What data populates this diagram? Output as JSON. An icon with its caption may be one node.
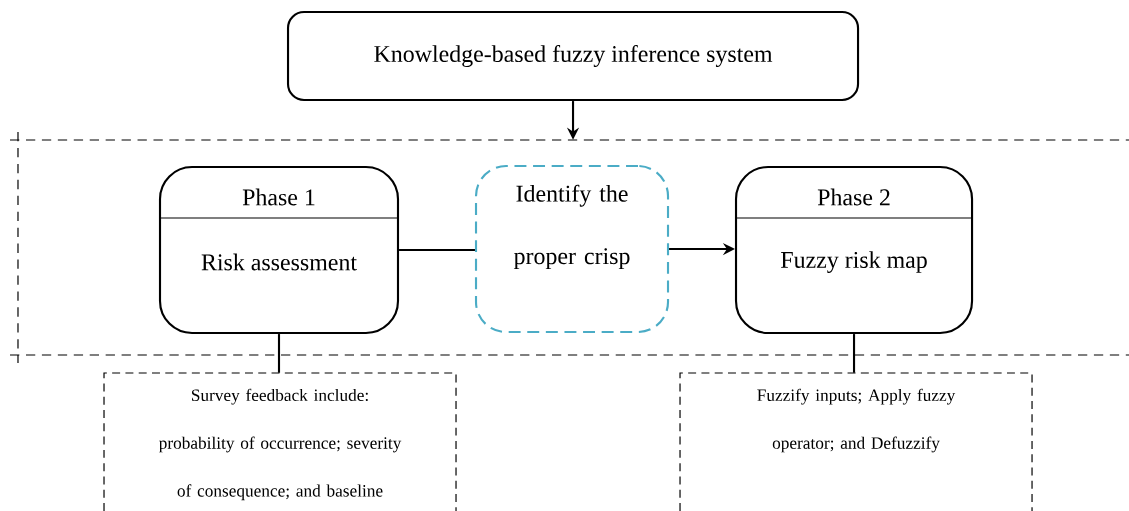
{
  "diagram": {
    "nodes": [
      {
        "text": [
          "Knowledge-based fuzzy inference system"
        ]
      },
      {
        "text": [],
        "shape": "box"
      },
      {
        "text": [
          "Phase 1",
          "Risk assessment"
        ],
        "in": 1
      },
      {
        "text": [
          "Identify the proper crisp"
        ],
        "in": 1
      },
      {
        "text": [
          "Phase 2",
          "Fuzzy risk map"
        ],
        "in": 1
      },
      {
        "text": [
          "Survey feedback include: probability of occurrence; severity of consequence; and baseline"
        ]
      },
      {
        "text": [
          "Fuzzify inputs; Apply fuzzy operator; and Defuzzify"
        ]
      }
    ],
    "edges": [
      {
        "from": 0,
        "to": 1,
        "arrow": "to"
      },
      {
        "from": 2,
        "to": 3,
        "arrow": "none"
      },
      {
        "from": 3,
        "to": 4,
        "arrow": "to"
      },
      {
        "from": 2,
        "to": 5,
        "arrow": "none"
      },
      {
        "from": 4,
        "to": 6,
        "arrow": "none"
      }
    ]
  }
}
